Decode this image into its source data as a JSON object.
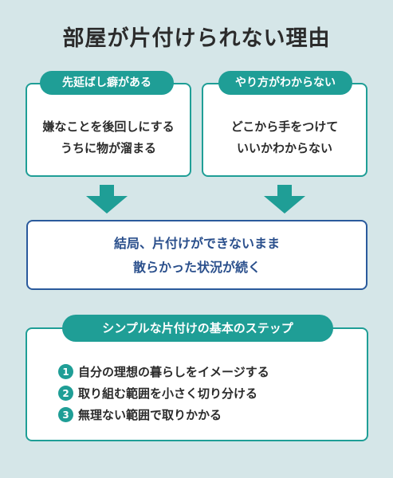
{
  "title": "部屋が片付けられない理由",
  "causes": [
    {
      "label": "先延ばし癖がある",
      "lines": [
        "嫌なことを後回しにする",
        "うちに物が溜まる"
      ]
    },
    {
      "label": "やり方がわからない",
      "lines": [
        "どこから手をつけて",
        "いいかわからない"
      ]
    }
  ],
  "result": {
    "lines": [
      "結局、片付けができないまま",
      "散らかった状況が続く"
    ]
  },
  "steps_section": {
    "label": "シンプルな片付けの基本のステップ",
    "steps": [
      {
        "num": "1",
        "text": "自分の理想の暮らしをイメージする"
      },
      {
        "num": "2",
        "text": "取り組む範囲を小さく切り分ける"
      },
      {
        "num": "3",
        "text": "無理ない範囲で取りかかる"
      }
    ]
  },
  "colors": {
    "teal": "#1f9e96",
    "navy": "#2a5a9c",
    "background": "#d5e6e8"
  }
}
